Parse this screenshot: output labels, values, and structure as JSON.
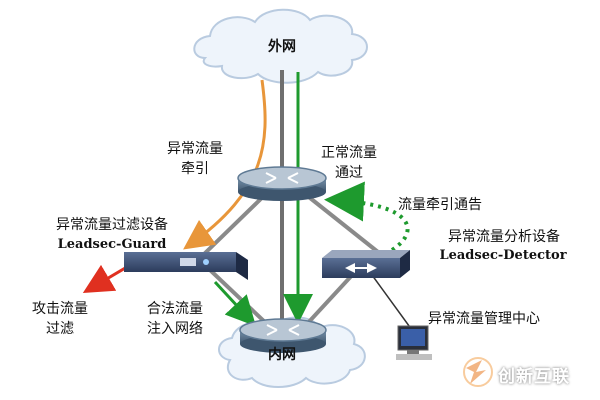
{
  "nodes": {
    "internet_cloud": "外网",
    "intranet_cloud": "内网"
  },
  "labels": {
    "anomalous_traffic_diversion": [
      "异常流量",
      "牵引"
    ],
    "normal_traffic_pass": [
      "正常流量",
      "通过"
    ],
    "diversion_notice": "流量牵引通告",
    "guard_device": [
      "异常流量过滤设备",
      "Leadsec-Guard"
    ],
    "detector_device": [
      "异常流量分析设备",
      "Leadsec-Detector"
    ],
    "attack_filter": [
      "攻击流量",
      "过滤"
    ],
    "legit_injection": [
      "合法流量",
      "注入网络"
    ],
    "mgmt_center": "异常流量管理中心"
  },
  "watermark": "创新互联",
  "colors": {
    "orange_flow": "#e8963a",
    "green_flow": "#1e9a2e",
    "red_flow": "#e03020",
    "link_gray": "#8a8a8a",
    "cloud_fill": "#eef4fb",
    "router_top": "#b8c6d4",
    "router_body": "#5f7a94"
  },
  "icons": [
    "cloud-icon",
    "router-icon",
    "guard-appliance-icon",
    "detector-switch-icon",
    "computer-icon",
    "logo-icon"
  ]
}
